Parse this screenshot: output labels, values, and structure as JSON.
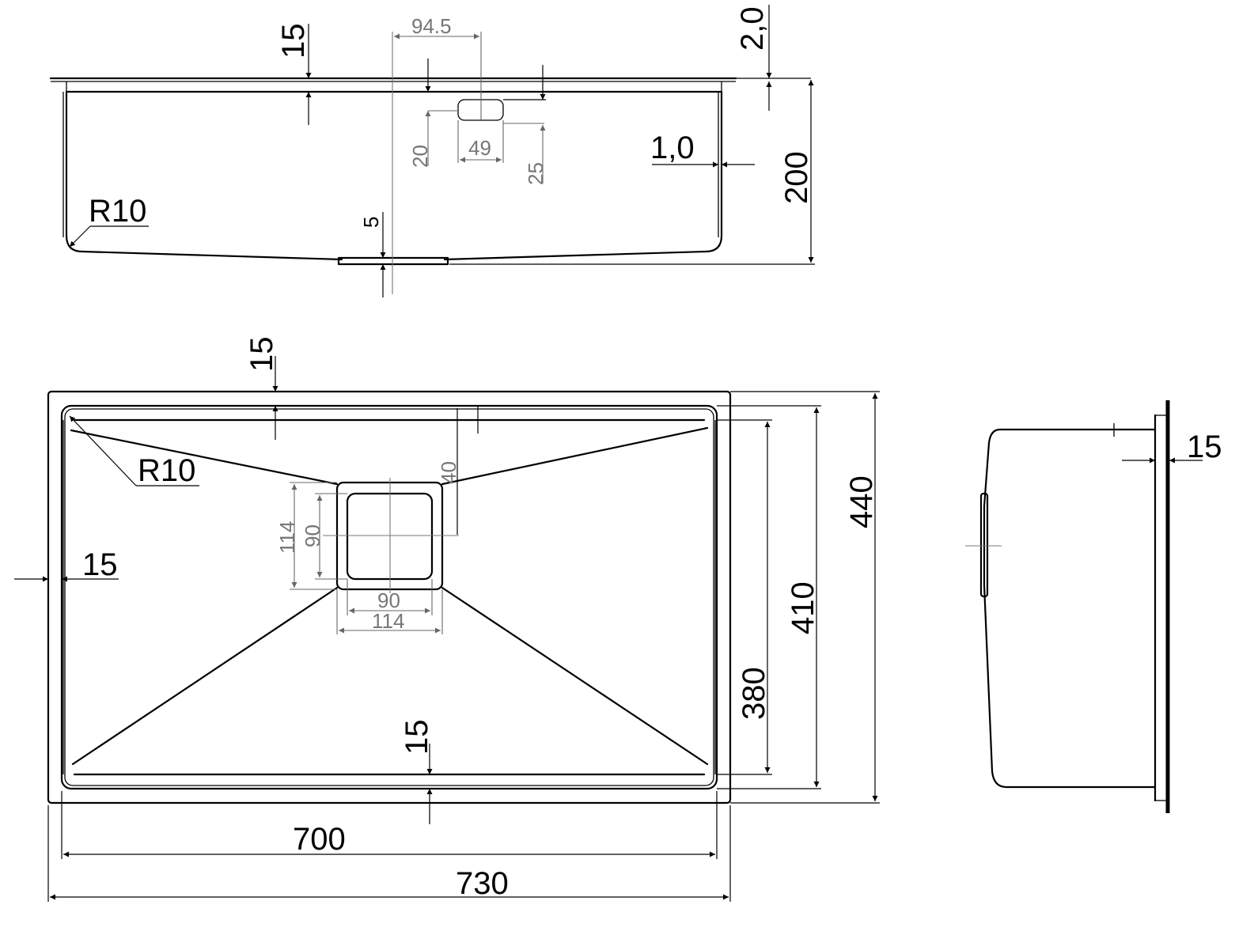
{
  "side_view": {
    "rim_thickness": "15",
    "outlet_offset": "94.5",
    "flange_thickness": "2,0",
    "outlet_height": "20",
    "outlet_width": "49",
    "outlet_offset_vertical": "25",
    "wall_thickness": "1,0",
    "depth": "200",
    "corner_radius": "R10",
    "drain_depth": "5"
  },
  "top_view": {
    "top_rim": "15",
    "corner_radius": "R10",
    "drain_offset": "40",
    "drain_outer": "114",
    "drain_inner": "90",
    "drain_inner_h": "90",
    "drain_outer_h": "114",
    "left_rim": "15",
    "bottom_rim": "15",
    "inner_depth": "380",
    "inside_depth": "410",
    "overall_depth": "440",
    "inner_width": "700",
    "overall_width": "730"
  },
  "end_view": {
    "flange": "15"
  }
}
